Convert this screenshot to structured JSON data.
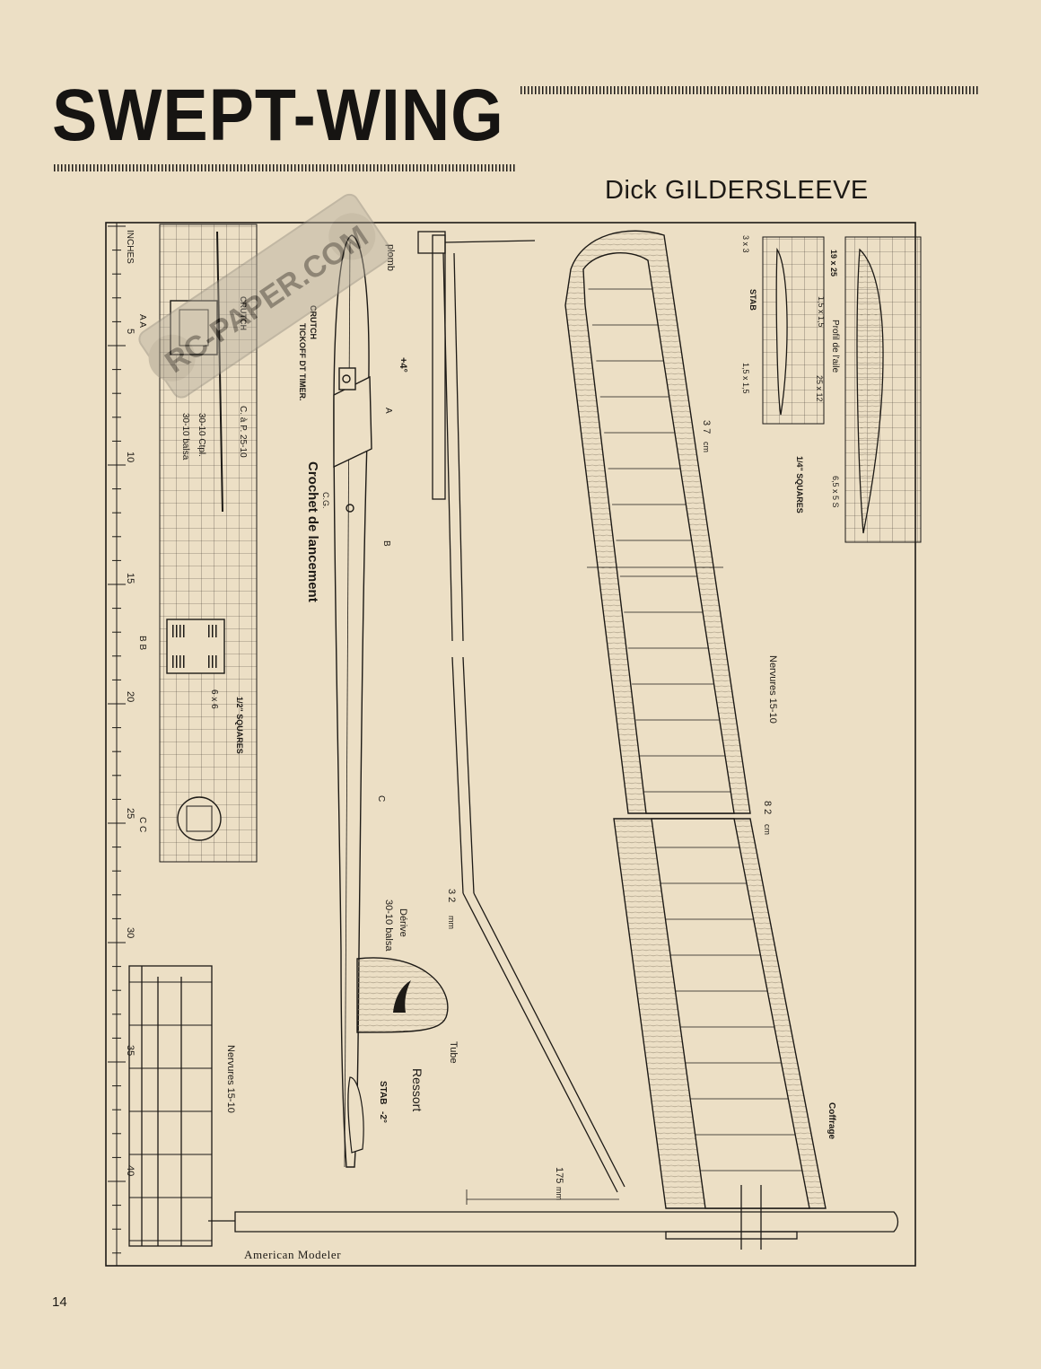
{
  "article": {
    "title": "SWEPT-WING",
    "author": "Dick GILDERSLEEVE",
    "source": "American Modeler",
    "page_number": "14"
  },
  "watermark": {
    "text": "RC-PAPER.COM"
  },
  "scale": {
    "unit": "INCHES",
    "ticks": [
      "5",
      "10",
      "15",
      "20",
      "25",
      "30",
      "35",
      "40"
    ]
  },
  "sections": {
    "aa": "A A",
    "bb": "B B",
    "cc": "C C",
    "crutch": "CRUTCH",
    "cap": "C. à P. 25-10",
    "ctpl": "30-10 Ctpl.",
    "balsa": "30-10 balsa",
    "stick": "6 x 6",
    "squares_half": "1/2\" SQUARES"
  },
  "fuselage": {
    "plomb": "plomb",
    "crutch": "CRUTCH",
    "tickoff": "TICKOFF DT TIMER.",
    "crochet": "Crochet de lancement",
    "cg": "C.G.",
    "incidence_wing": "+4°",
    "incidence_stab": "-2°",
    "stab": "STAB",
    "derive": "Dérive",
    "derive_mat": "30-10 balsa",
    "tube": "Tube",
    "ressort": "Ressort",
    "a": "A",
    "b": "B",
    "c": "C"
  },
  "boom": {
    "dim_32": "3 2",
    "mm": "mm",
    "dim_175": "175",
    "mm2": "mm"
  },
  "wing": {
    "span_inner": "3 7",
    "span_inner_unit": "cm",
    "span_total": "8 2",
    "span_total_unit": "cm",
    "nervures": "Nervures 15-10",
    "coffrage": "Coffrage"
  },
  "profiles": {
    "stab": "STAB",
    "stab_dim1": "3 x 3",
    "stab_dim2": "1,5 x 1,5",
    "stab_dim3": "1,5 x 1,5",
    "wing": "Profil de l'aile",
    "wing_dim1": "19 x 25",
    "wing_dim2": "25 x 12",
    "wing_dim3": "6,5 x 5 S",
    "squares_quarter": "1/4\" SQUARES"
  },
  "stabilizer": {
    "nervures": "Nervures 15-10"
  }
}
